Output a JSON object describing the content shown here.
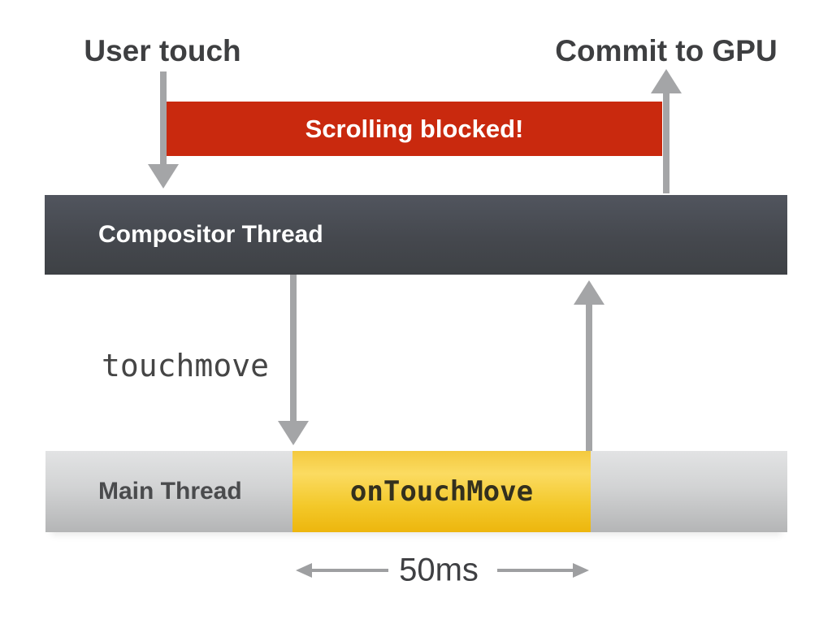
{
  "diagram": {
    "top_labels": {
      "user_touch": "User touch",
      "commit_to_gpu": "Commit to GPU"
    },
    "blocked_banner": {
      "label": "Scrolling blocked!",
      "color": "#c9290e",
      "text_color": "#ffffff"
    },
    "compositor_bar": {
      "label": "Compositor Thread",
      "gradient_top": "#51555e",
      "gradient_bottom": "#3e4145",
      "text_color": "#ffffff"
    },
    "event_label": "touchmove",
    "main_bar": {
      "label": "Main Thread",
      "gradient_top": "#e2e3e4",
      "gradient_bottom": "#b4b5b6",
      "text_color": "#4a4b4d",
      "task": {
        "label": "onTouchMove",
        "gradient_top": "#f4c93e",
        "gradient_bottom": "#edb60d",
        "text_color": "#33301e"
      }
    },
    "duration": {
      "label": "50ms",
      "text_color": "#3f4043"
    },
    "arrow_color": "#a4a5a7"
  }
}
